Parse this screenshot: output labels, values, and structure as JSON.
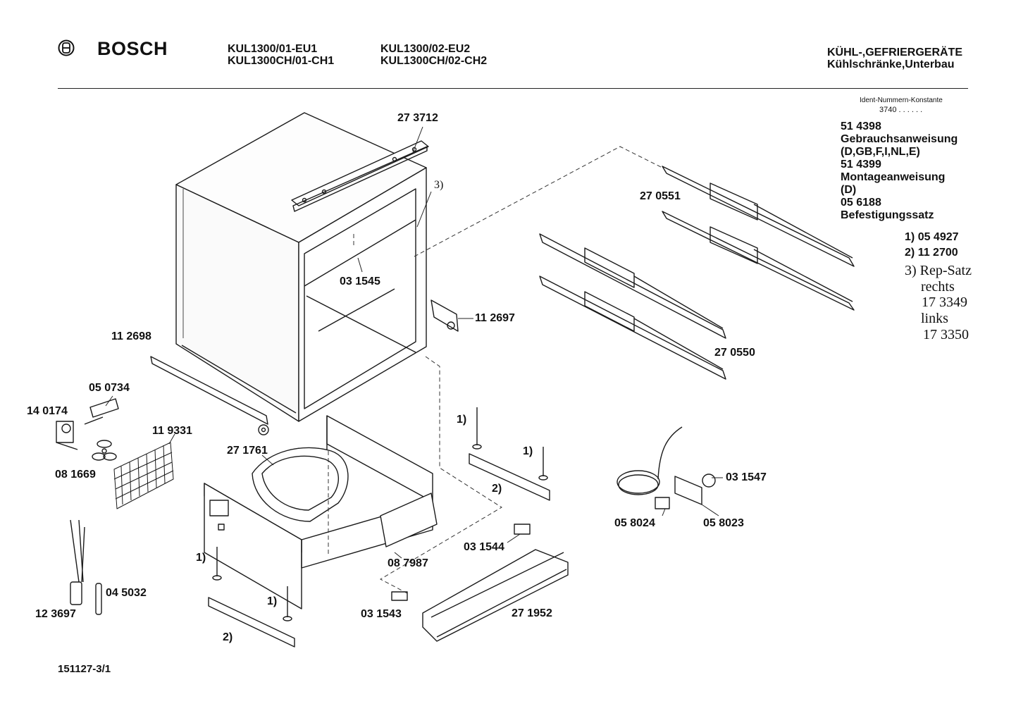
{
  "header": {
    "brand": "BOSCH",
    "models_col1": [
      "KUL1300/01-EU1",
      "KUL1300CH/01-CH1"
    ],
    "models_col2": [
      "KUL1300/02-EU2",
      "KUL1300CH/02-CH2"
    ],
    "category": [
      "KÜHL-,GEFRIERGERÄTE",
      "Kühlschränke,Unterbau"
    ]
  },
  "ident": {
    "title": "Ident-Nummern-Konstante",
    "value": "3740 . .  . . . ."
  },
  "documents": [
    "51 4398",
    "Gebrauchsanweisung",
    "(D,GB,F,I,NL,E)",
    "51 4399",
    "Montageanweisung",
    "(D)",
    "05 6188",
    "Befestigungssatz"
  ],
  "notes": {
    "n1_marker": "1)",
    "n1_value": "05 4927",
    "n2_marker": "2)",
    "n2_value": "11 2700",
    "n3_marker": "3)",
    "n3_text": "Rep-Satz",
    "n3_lines": [
      "rechts",
      "17 3349",
      "links",
      "17 3350"
    ]
  },
  "parts": {
    "p273712": "27 3712",
    "p_3": "3)",
    "p270551": "27 0551",
    "p031545": "03 1545",
    "p112697": "11 2697",
    "p270550": "27 0550",
    "p112698": "11 2698",
    "p050734": "05 0734",
    "p140174": "14 0174",
    "p119331": "11 9331",
    "p081669": "08 1669",
    "p271761": "27 1761",
    "p_1a": "1)",
    "p_1b": "1)",
    "p_2a": "2)",
    "p_1c": "1)",
    "p_1d": "1)",
    "p_2b": "2)",
    "p031547": "03 1547",
    "p058024": "05 8024",
    "p058023": "05 8023",
    "p031544": "03 1544",
    "p087987": "08 7987",
    "p123697": "12 3697",
    "p045032": "04 5032",
    "p031543": "03 1543",
    "p271952": "27 1952"
  },
  "footer": {
    "drawing_number": "151127-3/1"
  }
}
